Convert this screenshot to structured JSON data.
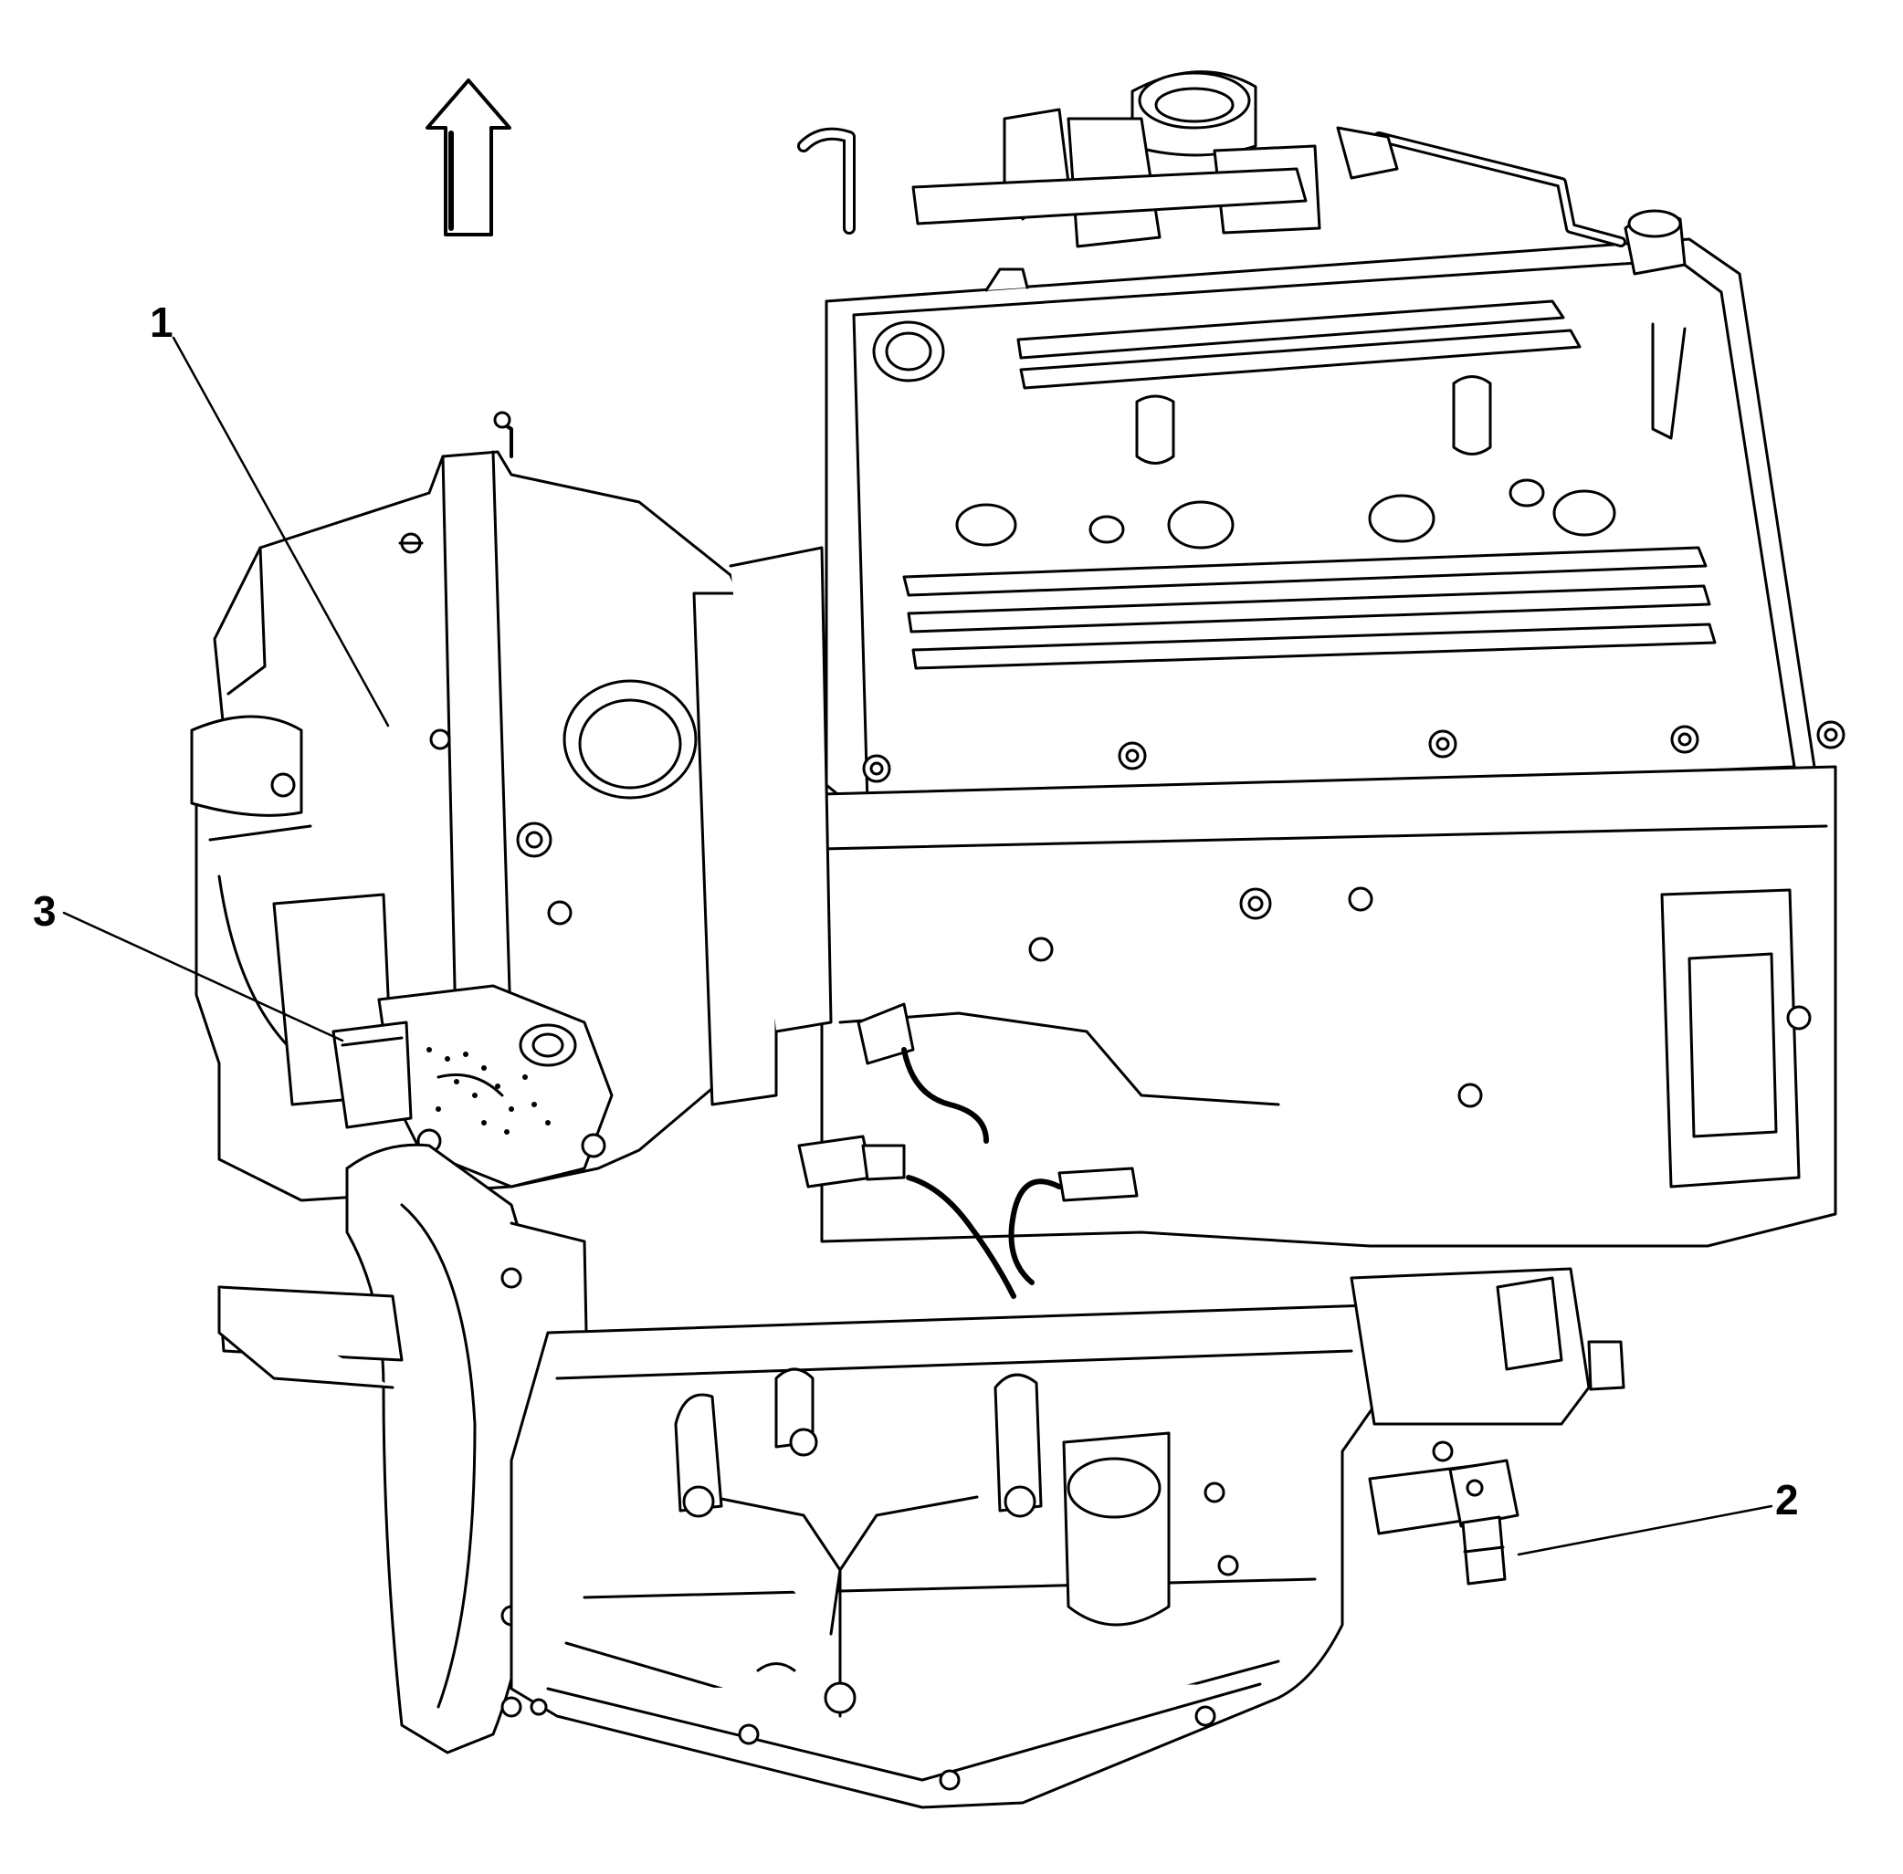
{
  "diagram": {
    "orientation_arrow": "up-arrow-icon",
    "callouts": [
      {
        "id": "1",
        "label": "1"
      },
      {
        "id": "2",
        "label": "2"
      },
      {
        "id": "3",
        "label": "3"
      }
    ],
    "colors": {
      "line": "#000000",
      "background": "#ffffff"
    }
  }
}
